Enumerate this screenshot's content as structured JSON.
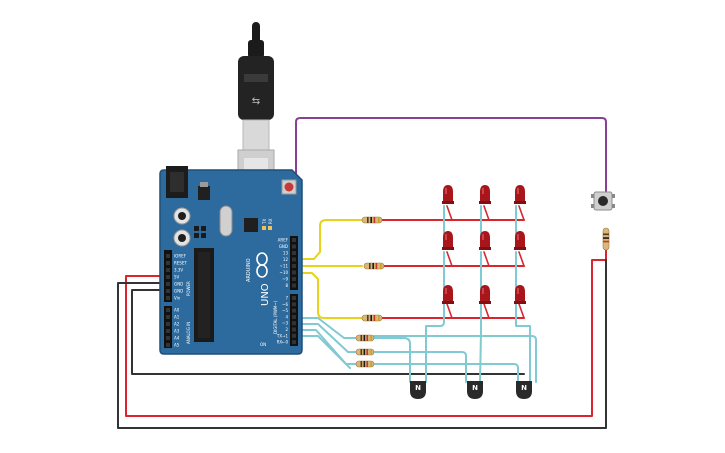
{
  "board": {
    "brand": "ARDUINO",
    "model": "UNO",
    "reset_label": "RESET",
    "on_label": "ON",
    "tx_label": "TX",
    "rx_label": "RX",
    "power_header_title": "POWER",
    "analog_header_title": "ANALOG IN",
    "digital_header_title": "DIGITAL (PWM~)",
    "power_pins": [
      "IOREF",
      "RESET",
      "3.3V",
      "5V",
      "GND",
      "GND",
      "Vin"
    ],
    "analog_pins": [
      "A0",
      "A1",
      "A2",
      "A3",
      "A4",
      "A5"
    ],
    "digital_top_pins": [
      "AREF",
      "GND",
      "13",
      "12",
      "~11",
      "~10",
      "~9",
      "8"
    ],
    "digital_bottom_pins": [
      "7",
      "~6",
      "~5",
      "4",
      "~3",
      "2",
      "TX→1",
      "RX←0"
    ]
  },
  "transistors": [
    {
      "label": "N"
    },
    {
      "label": "N"
    },
    {
      "label": "N"
    }
  ],
  "colors": {
    "board": "#2d6b9e",
    "board_edge": "#1f4f78",
    "wire_red": "#d8262c",
    "wire_black": "#333333",
    "wire_yellow": "#e8d21c",
    "wire_cyan": "#7fcad3",
    "wire_purple": "#8a3f97",
    "led": "#a8161b",
    "transistor": "#2a2a2a",
    "resistor": "#d8b77a"
  }
}
